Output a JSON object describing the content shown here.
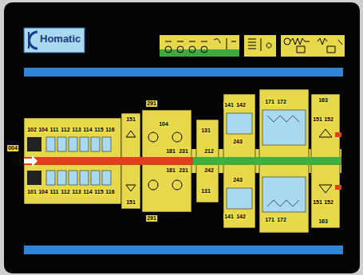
{
  "diagram": {
    "title": "Homatic",
    "labels": [
      "004",
      "102",
      "104",
      "111",
      "112",
      "113",
      "114",
      "115",
      "116",
      "101",
      "104",
      "111",
      "112",
      "113",
      "114",
      "115",
      "116",
      "291",
      "104",
      "181",
      "231",
      "131",
      "212",
      "141",
      "142",
      "243",
      "171",
      "172",
      "151",
      "152",
      "163",
      "291",
      "181",
      "231",
      "131",
      "242",
      "141",
      "142",
      "243",
      "171",
      "172",
      "151",
      "152",
      "163",
      "151",
      "151"
    ]
  }
}
